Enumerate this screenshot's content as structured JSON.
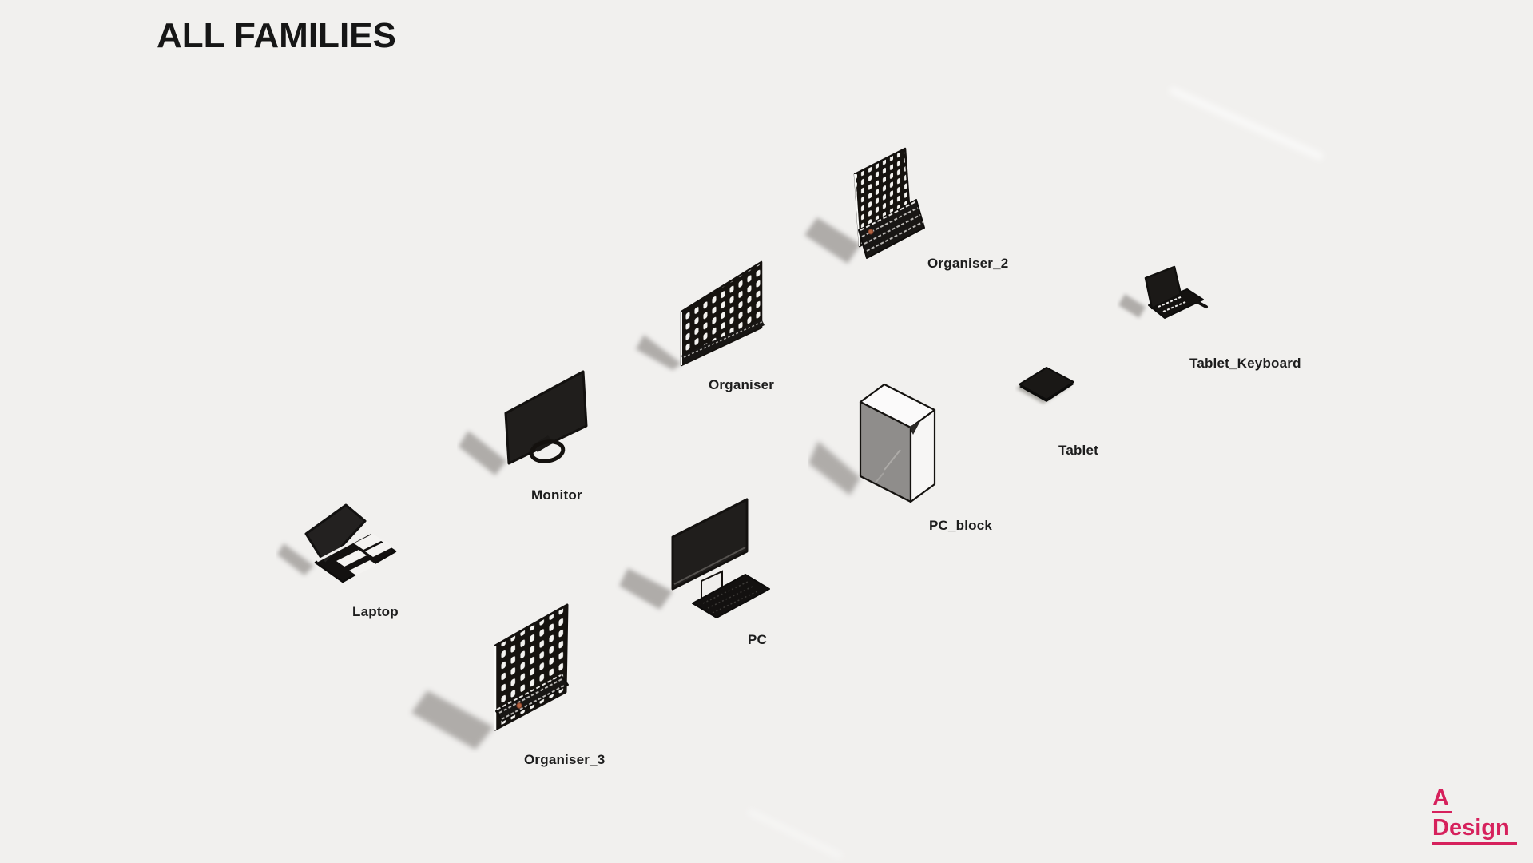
{
  "page": {
    "title": "ALL FAMILIES"
  },
  "colors": {
    "background": "#f1f0ee",
    "text": "#1a1a1a",
    "logo_accent": "#d6215c",
    "shadow": "#a8a5a2",
    "device_dark": "#1a1816",
    "tower_gray": "#8f8d8b",
    "organiser_dot_orange": "#b5643f"
  },
  "logo": {
    "line1": "A",
    "line2": "Design"
  },
  "items": [
    {
      "label": "Organiser_2",
      "icon": "pegboard-organiser-2-icon"
    },
    {
      "label": "Organiser",
      "icon": "pegboard-organiser-icon"
    },
    {
      "label": "Monitor",
      "icon": "monitor-icon"
    },
    {
      "label": "Laptop",
      "icon": "laptop-icon"
    },
    {
      "label": "Organiser_3",
      "icon": "pegboard-organiser-3-icon"
    },
    {
      "label": "PC",
      "icon": "desktop-pc-icon"
    },
    {
      "label": "PC_block",
      "icon": "pc-tower-icon"
    },
    {
      "label": "Tablet",
      "icon": "tablet-icon"
    },
    {
      "label": "Tablet_Keyboard",
      "icon": "tablet-with-keyboard-icon"
    }
  ]
}
